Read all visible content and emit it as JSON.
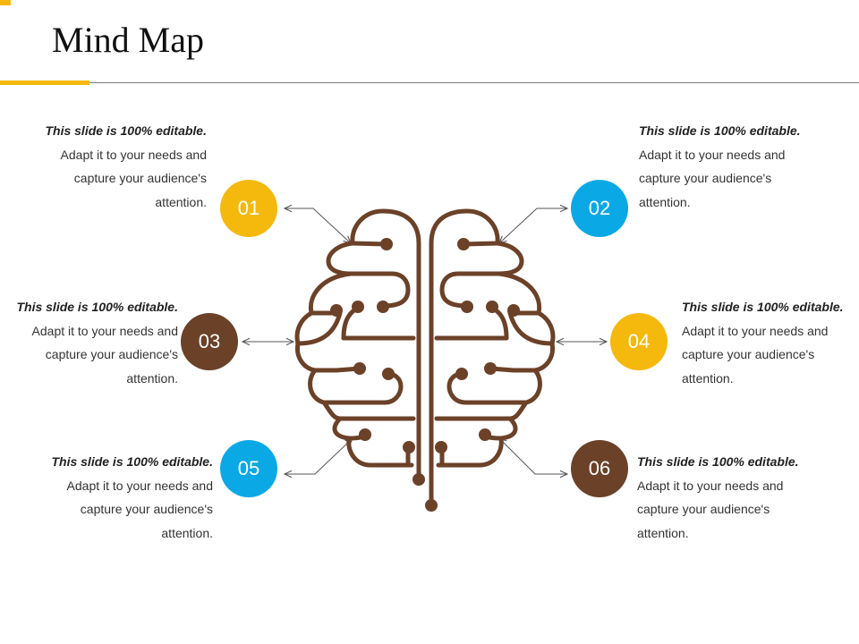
{
  "slide": {
    "title": "Mind Map"
  },
  "colors": {
    "accent_yellow": "#f5b90e",
    "accent_blue": "#0aa9e6",
    "accent_brown": "#6b4128",
    "brain_stroke": "#6b4128",
    "arrow": "#555555"
  },
  "nodes": [
    {
      "number": "01",
      "bold": "This slide is 100% editable.",
      "text": " Adapt it to your needs and capture your audience's attention."
    },
    {
      "number": "02",
      "bold": "This slide is 100% editable.",
      "text": " Adapt it to your needs and capture your audience's attention."
    },
    {
      "number": "03",
      "bold": "This slide is 100% editable.",
      "text": " Adapt it to your needs and capture your audience's attention."
    },
    {
      "number": "04",
      "bold": "This slide is 100% editable.",
      "text": " Adapt it to your needs and capture your audience's attention."
    },
    {
      "number": "05",
      "bold": "This slide is 100% editable.",
      "text": " Adapt it to your needs and capture your audience's attention."
    },
    {
      "number": "06",
      "bold": "This slide is 100% editable.",
      "text": " Adapt it to your needs and capture your audience's attention."
    }
  ]
}
